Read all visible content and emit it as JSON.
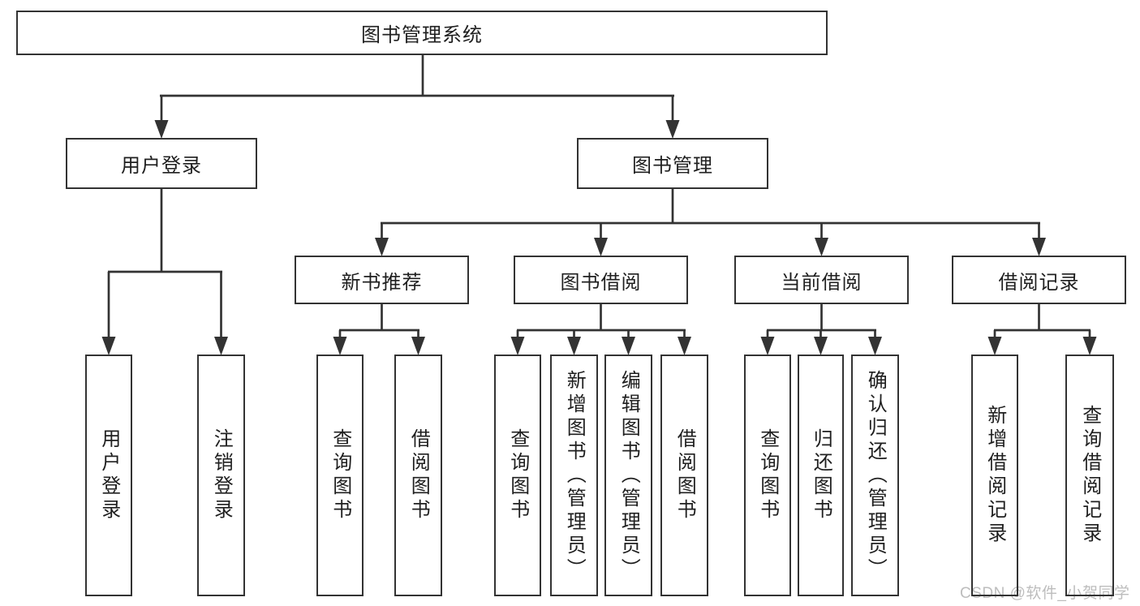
{
  "colors": {
    "page-bg": "#ffffff",
    "box-bg": "#ffffff",
    "line": "#333333",
    "text": "#1f1f1f",
    "watermark": "#bdbdbd"
  },
  "tree": {
    "root": "图书管理系统",
    "branches": [
      {
        "label": "用户登录",
        "leaves": [
          "用户登录",
          "注销登录"
        ]
      },
      {
        "label": "图书管理",
        "groups": [
          {
            "label": "新书推荐",
            "leaves": [
              "查询图书",
              "借阅图书"
            ]
          },
          {
            "label": "图书借阅",
            "leaves": [
              "查询图书",
              "新增图书（管理员）",
              "编辑图书（管理员）",
              "借阅图书"
            ]
          },
          {
            "label": "当前借阅",
            "leaves": [
              "查询图书",
              "归还图书",
              "确认归还（管理员）"
            ]
          },
          {
            "label": "借阅记录",
            "leaves": [
              "新增借阅记录",
              "查询借阅记录"
            ]
          }
        ]
      }
    ]
  },
  "watermark": {
    "text": "CSDN @软件_小贺同学"
  }
}
